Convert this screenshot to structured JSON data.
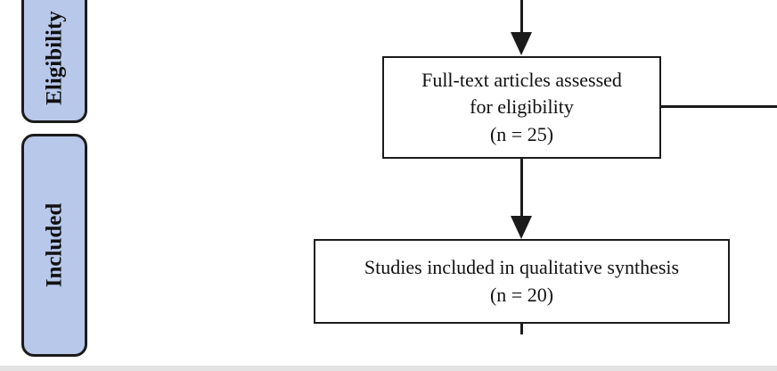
{
  "stages": {
    "eligibility": "Eligibility",
    "included": "Included"
  },
  "boxes": {
    "full_text": {
      "line1": "Full-text articles assessed",
      "line2": "for eligibility",
      "line3": "(n = 25)"
    },
    "qualitative_synthesis": {
      "line1": "Studies included in qualitative synthesis",
      "line2": "(n = 20)"
    }
  },
  "colors": {
    "stage_fill": "#b8c8ea",
    "stroke": "#1b1b1b",
    "background": "#ffffff"
  }
}
